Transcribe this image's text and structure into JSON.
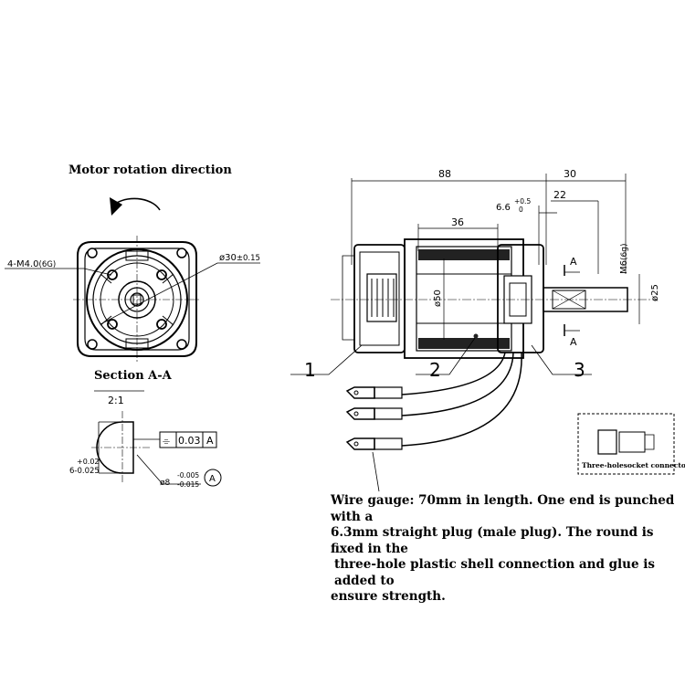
{
  "left_view": {
    "title": "Motor rotation direction",
    "thread_label": "4-M4.0",
    "thread_tol": "(6G)",
    "dia_label": "ø30",
    "dia_tol": "±0.15"
  },
  "section": {
    "title": "Section A-A",
    "scale": "2:1",
    "tolerance_symbol": "⌯",
    "tolerance_value": "0.03",
    "datum": "A",
    "flat_tol_upper": "+0.02",
    "flat_tol_lower": "6-0.025",
    "dia_label": "ø8",
    "dia_tol_upper": "-0.005",
    "dia_tol_lower": "-0.015",
    "datum_circle": "A"
  },
  "side_view": {
    "dims": {
      "overall": "88",
      "shaft": "30",
      "shaft_inner": "22",
      "flange": "6.6",
      "flange_tol": "+0.5",
      "flange_tol2": "0",
      "magnet": "36",
      "body_dia": "ø50",
      "boss_dia": "ø25",
      "thread": "M6",
      "thread_tol": "(6g)"
    },
    "section_mark_top": "A",
    "section_mark_bottom": "A",
    "callouts": [
      "1",
      "2",
      "3"
    ]
  },
  "connector": {
    "caption": "Three-holesocket connector"
  },
  "wire_note": {
    "lines": [
      "Wire gauge: 70mm in length. One end is punched with a",
      "6.3mm straight plug (male plug). The round is fixed in the",
      " three-hole plastic shell connection and glue is added to",
      "ensure strength."
    ]
  }
}
